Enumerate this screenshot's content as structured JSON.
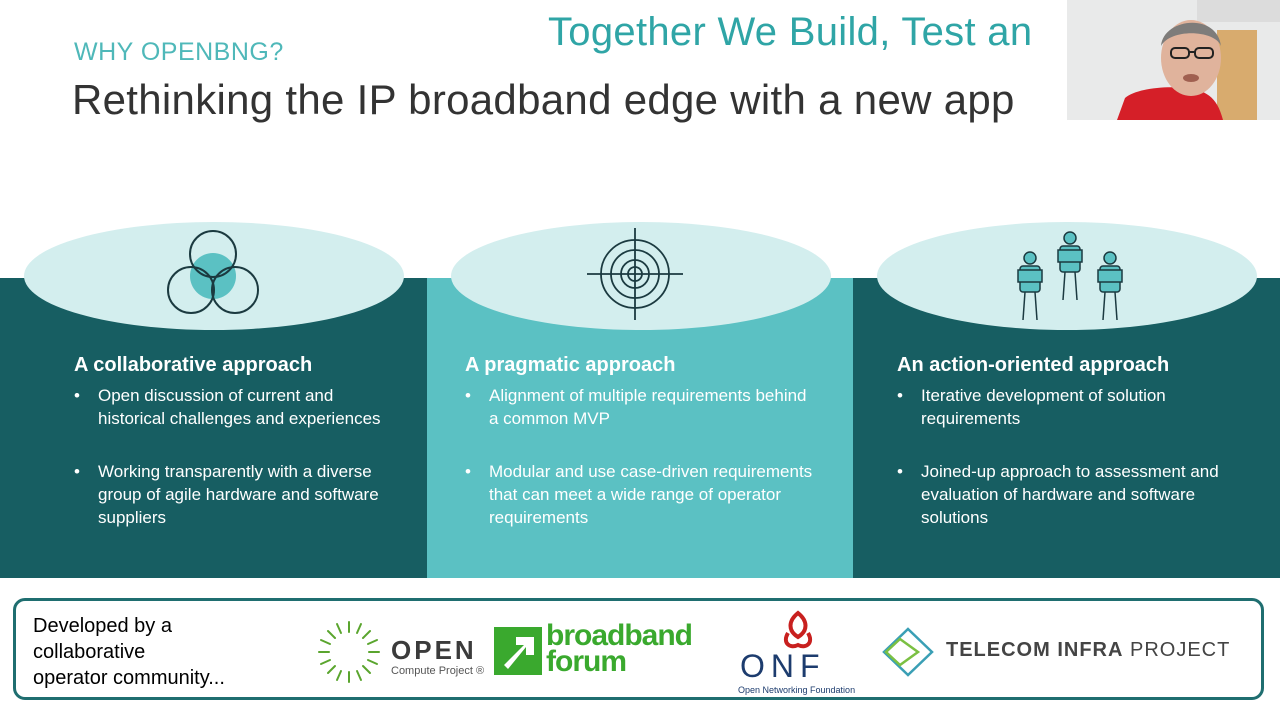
{
  "slide": {
    "banner": "Together We Build, Test an",
    "eyebrow": "WHY OPENBNG?",
    "heading": "Rethinking the IP broadband edge with a new app"
  },
  "columns": [
    {
      "title": "A collaborative approach",
      "icon": "venn-icon",
      "bullets": [
        "Open discussion of current and historical challenges and experiences",
        "Working transparently with a diverse group of agile hardware and software suppliers"
      ]
    },
    {
      "title": "A pragmatic approach",
      "icon": "target-icon",
      "bullets": [
        "Alignment of multiple requirements behind a common MVP",
        "Modular and use case-driven requirements that can meet a wide range of operator requirements"
      ]
    },
    {
      "title": "An action-oriented approach",
      "icon": "workers-icon",
      "bullets": [
        "Iterative development of solution requirements",
        "Joined-up approach to assessment and evaluation of hardware and software solutions"
      ]
    }
  ],
  "footer": {
    "lines": [
      "Developed by a",
      "collaborative",
      "operator community..."
    ],
    "logos": {
      "ocp_word": "OPEN",
      "ocp_sub": "Compute Project ®",
      "bbf_line1": "broadband",
      "bbf_line2": "forum",
      "onf_sub": "Open Networking Foundation",
      "tip_bold": "TELECOM INFRA",
      "tip_rest": " PROJECT"
    }
  },
  "colors": {
    "dark_panel": "#175e62",
    "light_panel": "#5bc1c3",
    "accent_teal": "#2fa5a6",
    "ellipse": "#d3eeee"
  }
}
